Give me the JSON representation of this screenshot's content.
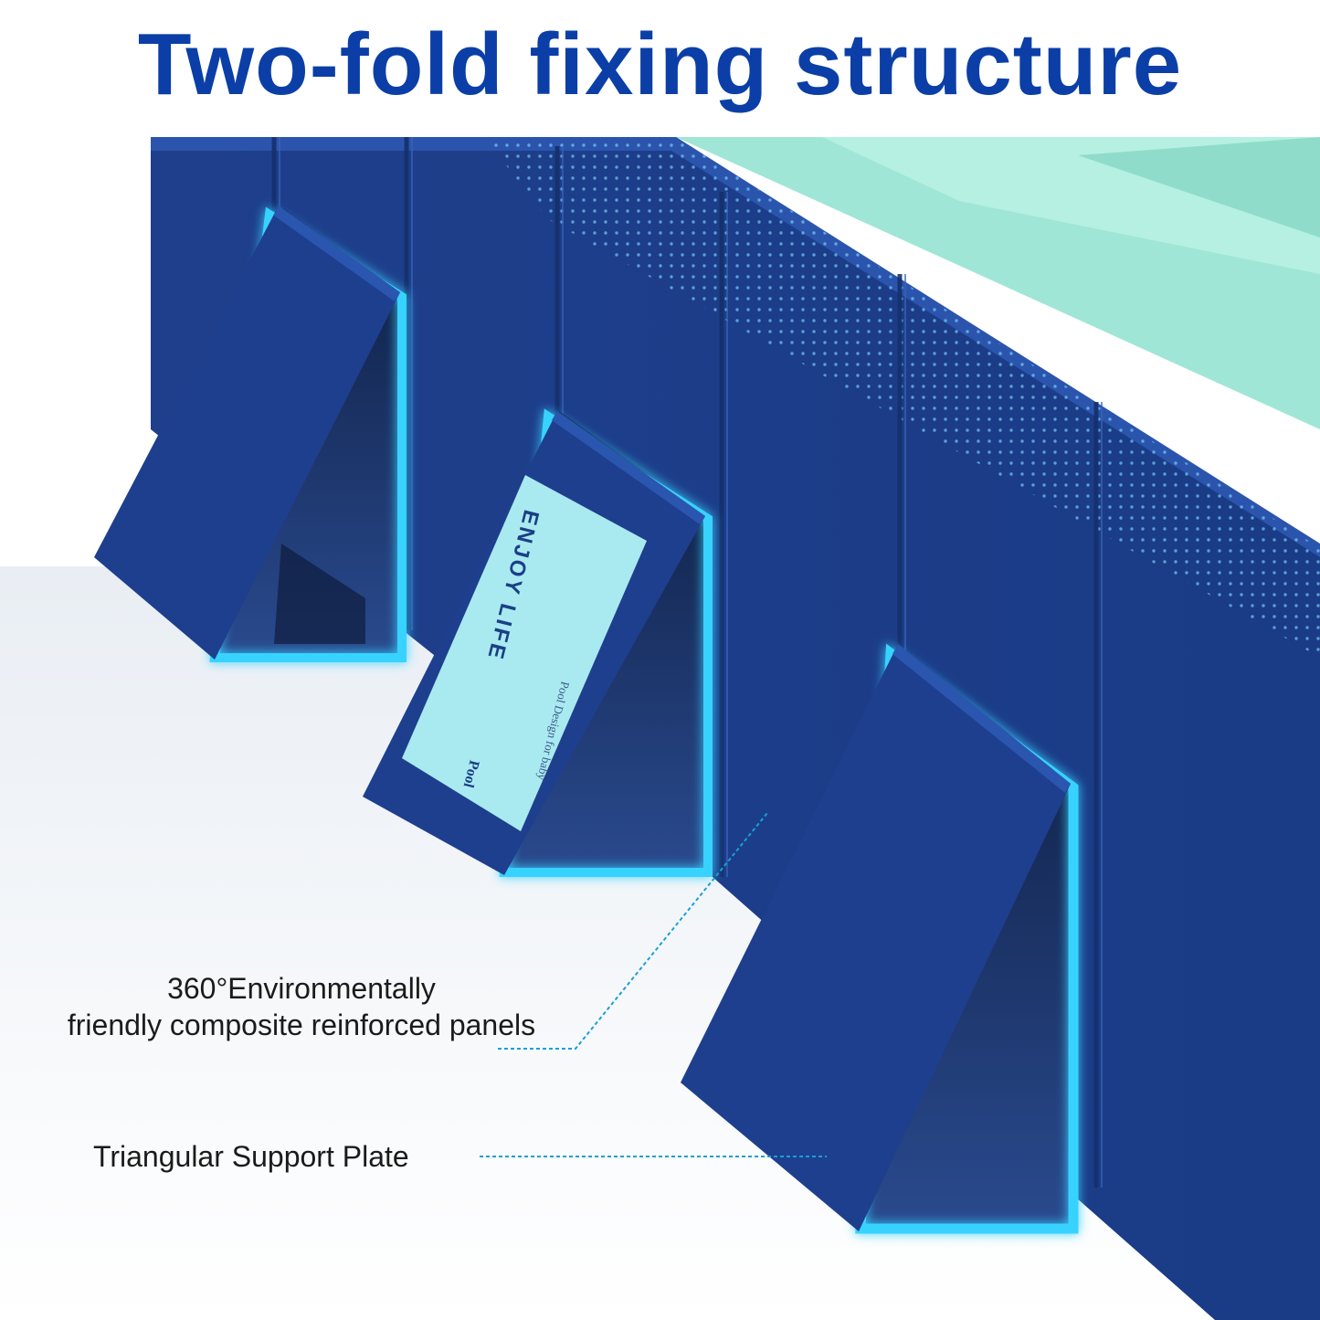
{
  "title": "Two-fold fixing structure",
  "callouts": {
    "panels_line1": "360°Environmentally",
    "panels_line2": "friendly composite reinforced panels",
    "plate": "Triangular Support Plate"
  },
  "product_label": {
    "brand": "ENJOY LIFE",
    "word": "Pool",
    "subtitle": "Pool Design for baby"
  },
  "colors": {
    "title": "#0b3fa7",
    "panel_blue": "#1e3f8e",
    "glow": "#39d2ff",
    "pool_liner": "#9fe6d6"
  }
}
